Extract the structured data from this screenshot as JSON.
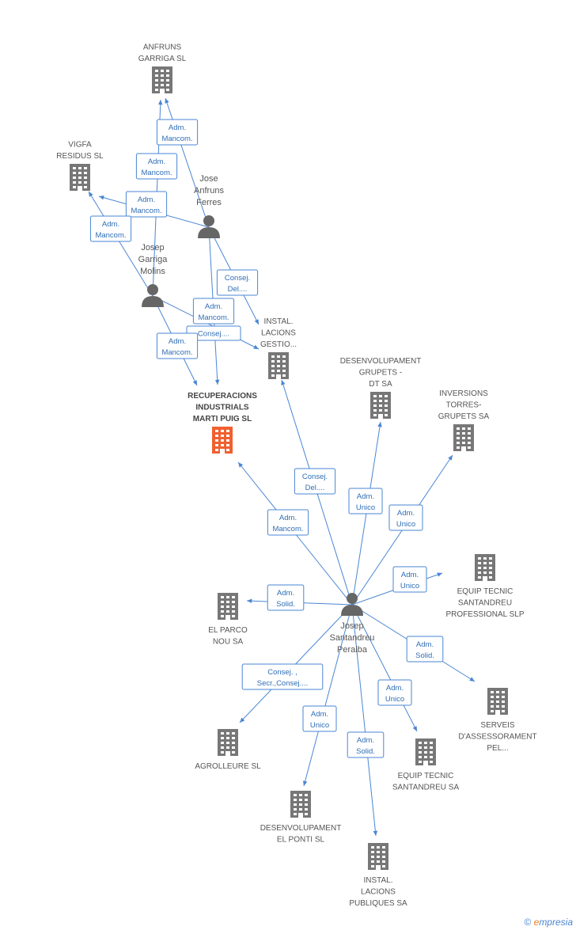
{
  "colors": {
    "edge": "#4a86d4",
    "building": "#777777",
    "focus": "#f06030",
    "person": "#666666"
  },
  "nodes": [
    {
      "id": "anfruns",
      "kind": "company",
      "lines": [
        "ANFRUNS",
        "GARRIGA SL"
      ],
      "label_pos": "above"
    },
    {
      "id": "vigfa",
      "kind": "company",
      "lines": [
        "VIGFA",
        "RESIDUS SL"
      ],
      "label_pos": "above"
    },
    {
      "id": "jose_anfruns",
      "kind": "person",
      "lines": [
        "Jose",
        "Anfruns",
        "Ferres"
      ],
      "label_pos": "above"
    },
    {
      "id": "josep_garriga",
      "kind": "person",
      "lines": [
        "Josep",
        "Garriga",
        "Molins"
      ],
      "label_pos": "above"
    },
    {
      "id": "instal_gestio",
      "kind": "company",
      "lines": [
        "INSTAL.",
        "LACIONS",
        "GESTIO..."
      ],
      "label_pos": "above"
    },
    {
      "id": "recuperacions",
      "kind": "focus",
      "lines": [
        "RECUPERACIONS",
        "INDUSTRIALS",
        "MARTI PUIG SL"
      ],
      "label_pos": "above"
    },
    {
      "id": "desenv_grupets",
      "kind": "company",
      "lines": [
        "DESENVOLUPAMENT",
        "GRUPETS -",
        "DT SA"
      ],
      "label_pos": "above"
    },
    {
      "id": "inversions",
      "kind": "company",
      "lines": [
        "INVERSIONS",
        "TORRES-",
        "GRUPETS SA"
      ],
      "label_pos": "above"
    },
    {
      "id": "equip_prof",
      "kind": "company",
      "lines": [
        "EQUIP TECNIC",
        "SANTANDREU",
        "PROFESSIONAL SLP"
      ],
      "label_pos": "below"
    },
    {
      "id": "el_parco",
      "kind": "company",
      "lines": [
        "EL PARCO",
        "NOU SA"
      ],
      "label_pos": "below"
    },
    {
      "id": "josep_santandreu",
      "kind": "person",
      "lines": [
        "Josep",
        "Santandreu",
        "Peralba"
      ],
      "label_pos": "below"
    },
    {
      "id": "serveis",
      "kind": "company",
      "lines": [
        "SERVEIS",
        "D'ASSESSORAMENT",
        "PEL..."
      ],
      "label_pos": "below"
    },
    {
      "id": "agrolleure",
      "kind": "company",
      "lines": [
        "AGROLLEURE SL"
      ],
      "label_pos": "below"
    },
    {
      "id": "equip_sa",
      "kind": "company",
      "lines": [
        "EQUIP TECNIC",
        "SANTANDREU SA"
      ],
      "label_pos": "below"
    },
    {
      "id": "desenv_ponti",
      "kind": "company",
      "lines": [
        "DESENVOLUPAMENT",
        "EL PONTI SL"
      ],
      "label_pos": "below"
    },
    {
      "id": "instal_publiques",
      "kind": "company",
      "lines": [
        "INSTAL.",
        "LACIONS",
        "PUBLIQUES SA"
      ],
      "label_pos": "below"
    }
  ],
  "edges": [
    {
      "from": "jose_anfruns",
      "to": "anfruns",
      "role": [
        "Adm.",
        "Mancom."
      ]
    },
    {
      "from": "josep_garriga",
      "to": "anfruns",
      "role": [
        "Adm.",
        "Mancom."
      ]
    },
    {
      "from": "jose_anfruns",
      "to": "vigfa",
      "role": [
        "Adm.",
        "Mancom."
      ]
    },
    {
      "from": "josep_garriga",
      "to": "vigfa",
      "role": [
        "Adm.",
        "Mancom."
      ]
    },
    {
      "from": "jose_anfruns",
      "to": "instal_gestio",
      "role": [
        "Consej.",
        "Del...."
      ]
    },
    {
      "from": "jose_anfruns",
      "to": "recuperacions",
      "role": [
        "Adm.",
        "Mancom."
      ]
    },
    {
      "from": "josep_garriga",
      "to": "instal_gestio",
      "role": [
        "Consej...."
      ]
    },
    {
      "from": "josep_garriga",
      "to": "recuperacions",
      "role": [
        "Adm.",
        "Mancom."
      ]
    },
    {
      "from": "josep_santandreu",
      "to": "instal_gestio",
      "role": [
        "Consej.",
        "Del...."
      ]
    },
    {
      "from": "josep_santandreu",
      "to": "recuperacions",
      "role": [
        "Adm.",
        "Mancom."
      ]
    },
    {
      "from": "josep_santandreu",
      "to": "desenv_grupets",
      "role": [
        "Adm.",
        "Unico"
      ]
    },
    {
      "from": "josep_santandreu",
      "to": "inversions",
      "role": [
        "Adm.",
        "Unico"
      ]
    },
    {
      "from": "josep_santandreu",
      "to": "equip_prof",
      "role": [
        "Adm.",
        "Unico"
      ]
    },
    {
      "from": "josep_santandreu",
      "to": "el_parco",
      "role": [
        "Adm.",
        "Solid."
      ]
    },
    {
      "from": "josep_santandreu",
      "to": "serveis",
      "role": [
        "Adm.",
        "Solid."
      ]
    },
    {
      "from": "josep_santandreu",
      "to": "agrolleure",
      "role": [
        "Consej. ,",
        "Secr.,Consej...."
      ]
    },
    {
      "from": "josep_santandreu",
      "to": "equip_sa",
      "role": [
        "Adm.",
        "Unico"
      ]
    },
    {
      "from": "josep_santandreu",
      "to": "desenv_ponti",
      "role": [
        "Adm.",
        "Unico"
      ]
    },
    {
      "from": "josep_santandreu",
      "to": "instal_publiques",
      "role": [
        "Adm.",
        "Solid."
      ]
    }
  ],
  "footer": {
    "copyright": "©",
    "brand_initial": "e",
    "brand_rest": "mpresia"
  }
}
